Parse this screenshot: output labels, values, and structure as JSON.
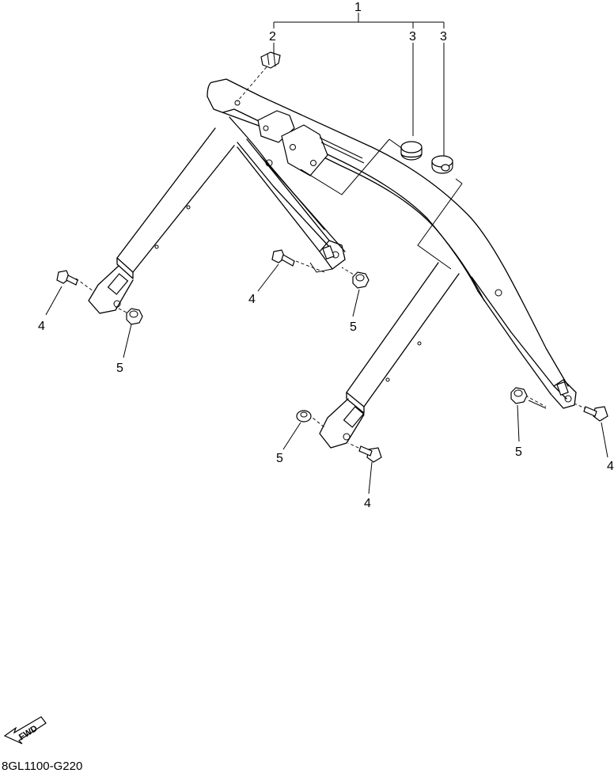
{
  "diagram": {
    "callouts": [
      {
        "id": "c1",
        "text": "1"
      },
      {
        "id": "c2",
        "text": "2"
      },
      {
        "id": "c3a",
        "text": "3"
      },
      {
        "id": "c3b",
        "text": "3"
      },
      {
        "id": "c4a",
        "text": "4"
      },
      {
        "id": "c4b",
        "text": "4"
      },
      {
        "id": "c4c",
        "text": "4"
      },
      {
        "id": "c4d",
        "text": "4"
      },
      {
        "id": "c5a",
        "text": "5"
      },
      {
        "id": "c5b",
        "text": "5"
      },
      {
        "id": "c5c",
        "text": "5"
      },
      {
        "id": "c5d",
        "text": "5"
      }
    ],
    "fwd_label": "FWD",
    "drawing_code": "8GL1100-G220"
  }
}
